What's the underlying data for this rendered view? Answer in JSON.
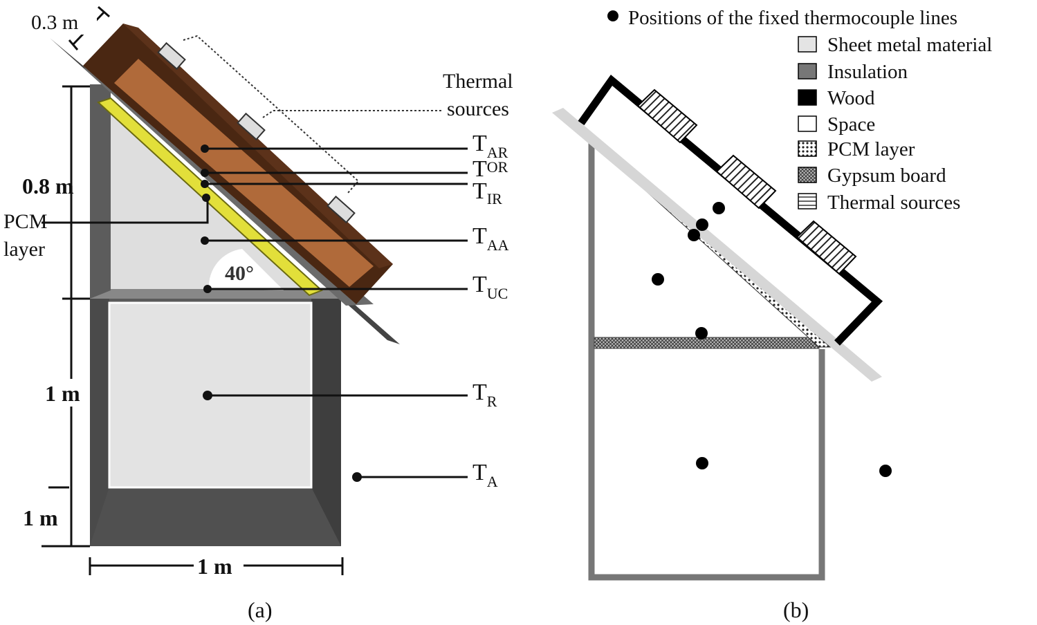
{
  "panel_a": {
    "caption": "(a)",
    "dimensions": {
      "roof_thickness": "0.3 m",
      "attic_height": "0.8 m",
      "room_height": "1 m",
      "room_depth": "1 m",
      "room_width": "1 m"
    },
    "angle": "40°",
    "thermal_sources": [
      "Thermal",
      "sources"
    ],
    "pcm_label": [
      "PCM",
      "layer"
    ],
    "sensors": [
      {
        "base": "T",
        "sub": "AR"
      },
      {
        "base": "T",
        "sub": "OR"
      },
      {
        "base": "T",
        "sub": "IR"
      },
      {
        "base": "T",
        "sub": "AA"
      },
      {
        "base": "T",
        "sub": "UC"
      },
      {
        "base": "T",
        "sub": "R"
      },
      {
        "base": "T",
        "sub": "A"
      }
    ]
  },
  "panel_b": {
    "caption": "(b)",
    "legend": [
      {
        "label": "Positions of the fixed thermocouple lines",
        "swatch": "dot"
      },
      {
        "label": "Sheet metal material",
        "swatch": "light-gray",
        "color": "#d9d9d9"
      },
      {
        "label": "Insulation",
        "swatch": "dark-gray",
        "color": "#777777"
      },
      {
        "label": "Wood",
        "swatch": "black",
        "color": "#000000"
      },
      {
        "label": "Space",
        "swatch": "white",
        "color": "#ffffff"
      },
      {
        "label": "PCM layer",
        "swatch": "dotted-pattern"
      },
      {
        "label": "Gypsum board",
        "swatch": "crosshatch-pattern"
      },
      {
        "label": "Thermal sources",
        "swatch": "horizontal-lines"
      }
    ]
  },
  "colors": {
    "roof_box": "#4a2712",
    "roof_inner": "#b06a3a",
    "pcm_strip": "#e2df3a",
    "wall": "#555555",
    "interior": "#e3e3e3",
    "attic_interior": "#dedede"
  }
}
